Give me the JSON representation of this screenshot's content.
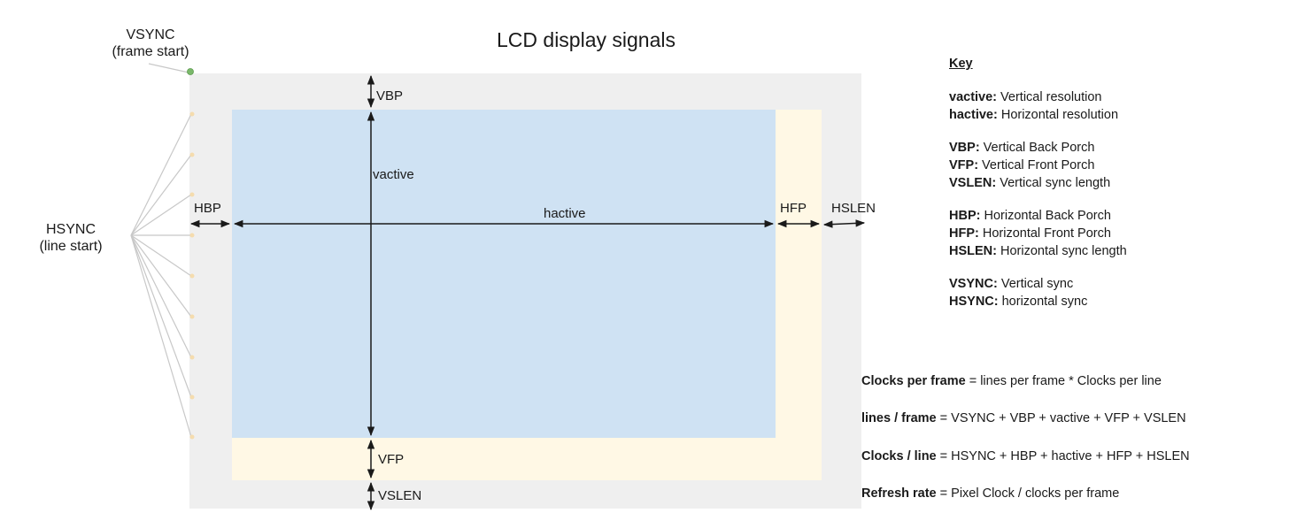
{
  "title": "LCD display signals",
  "signals": {
    "vsync": {
      "line1": "VSYNC",
      "line2": "(frame start)"
    },
    "hsync": {
      "line1": "HSYNC",
      "line2": "(line start)"
    }
  },
  "region_labels": {
    "vbp": "VBP",
    "vactive": "vactive",
    "hbp": "HBP",
    "hactive": "hactive",
    "hfp": "HFP",
    "hslen": "HSLEN",
    "vfp": "VFP",
    "vslen": "VSLEN"
  },
  "colors": {
    "frame_bg": "#efefef",
    "porch": "#fff8e5",
    "active": "#cfe2f3",
    "vsync_dot": "#7ab86a",
    "hsync_tick": "#f5dcae",
    "fan_line": "#c8c8c8",
    "arrow": "#1a1a1a"
  },
  "key": {
    "title": "Key",
    "groups": [
      [
        {
          "term": "vactive:",
          "desc": " Vertical resolution"
        },
        {
          "term": "hactive:",
          "desc": " Horizontal resolution"
        }
      ],
      [
        {
          "term": "VBP:",
          "desc": " Vertical Back Porch"
        },
        {
          "term": "VFP:",
          "desc": " Vertical Front Porch"
        },
        {
          "term": "VSLEN:",
          "desc": " Vertical sync length"
        }
      ],
      [
        {
          "term": "HBP:",
          "desc": " Horizontal Back Porch"
        },
        {
          "term": "HFP:",
          "desc": " Horizontal Front Porch"
        },
        {
          "term": "HSLEN:",
          "desc": " Horizontal sync length"
        }
      ],
      [
        {
          "term": "VSYNC:",
          "desc": " Vertical sync"
        },
        {
          "term": "HSYNC:",
          "desc": " horizontal sync"
        }
      ]
    ]
  },
  "formulas": [
    {
      "term": "Clocks per frame",
      "expr": " = lines per frame * Clocks per line"
    },
    {
      "term": "lines / frame",
      "expr": " = VSYNC + VBP + vactive + VFP + VSLEN"
    },
    {
      "term": "Clocks / line",
      "expr": " = HSYNC + HBP + hactive + HFP + HSLEN"
    },
    {
      "term": "Refresh rate",
      "expr": " = Pixel Clock / clocks per frame"
    }
  ]
}
